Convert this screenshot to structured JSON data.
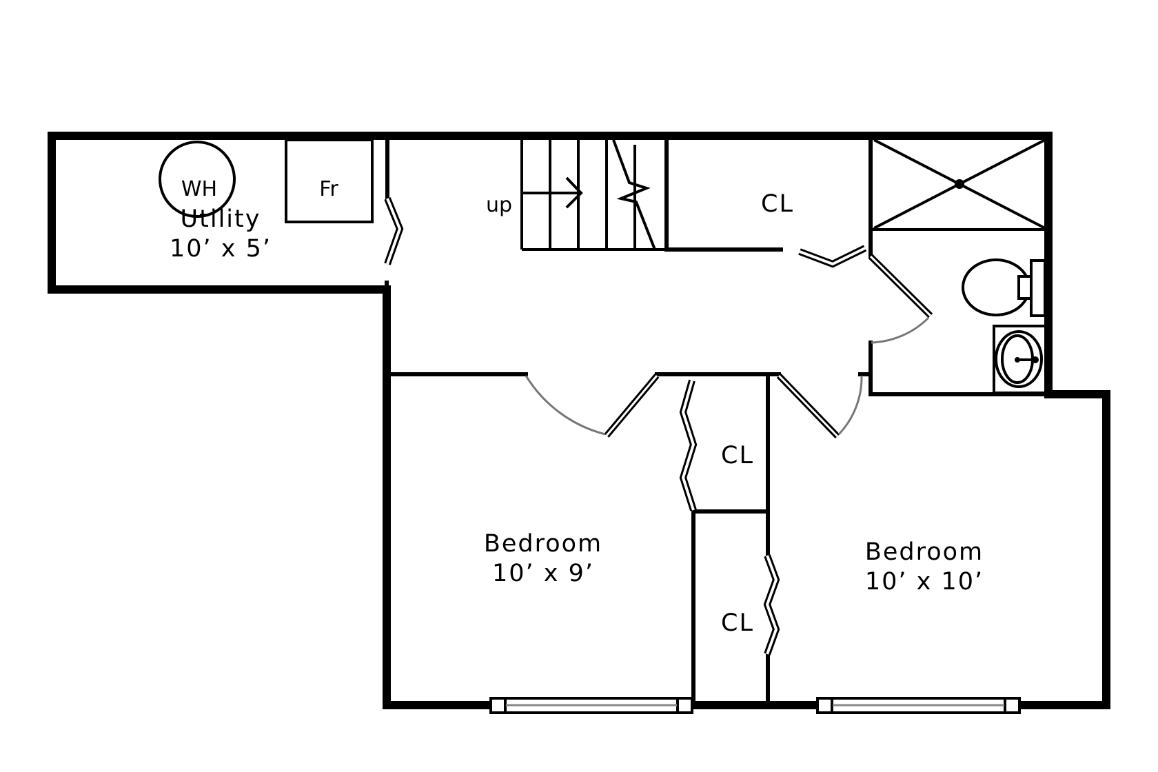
{
  "colors": {
    "wall": "#000000",
    "door_swing": "#777777",
    "background": "#ffffff"
  },
  "rooms": {
    "utility": {
      "name": "Utility",
      "size": "10’ x 5’"
    },
    "bedroom1": {
      "name": "Bedroom",
      "size": "10’ x 9’"
    },
    "bedroom2": {
      "name": "Bedroom",
      "size": "10’ x 10’"
    }
  },
  "fixtures": {
    "water_heater": "WH",
    "furnace": "Fr",
    "stairs": "up"
  },
  "closets": {
    "hall": "CL",
    "bedroom_upper": "CL",
    "bedroom_lower": "CL"
  }
}
